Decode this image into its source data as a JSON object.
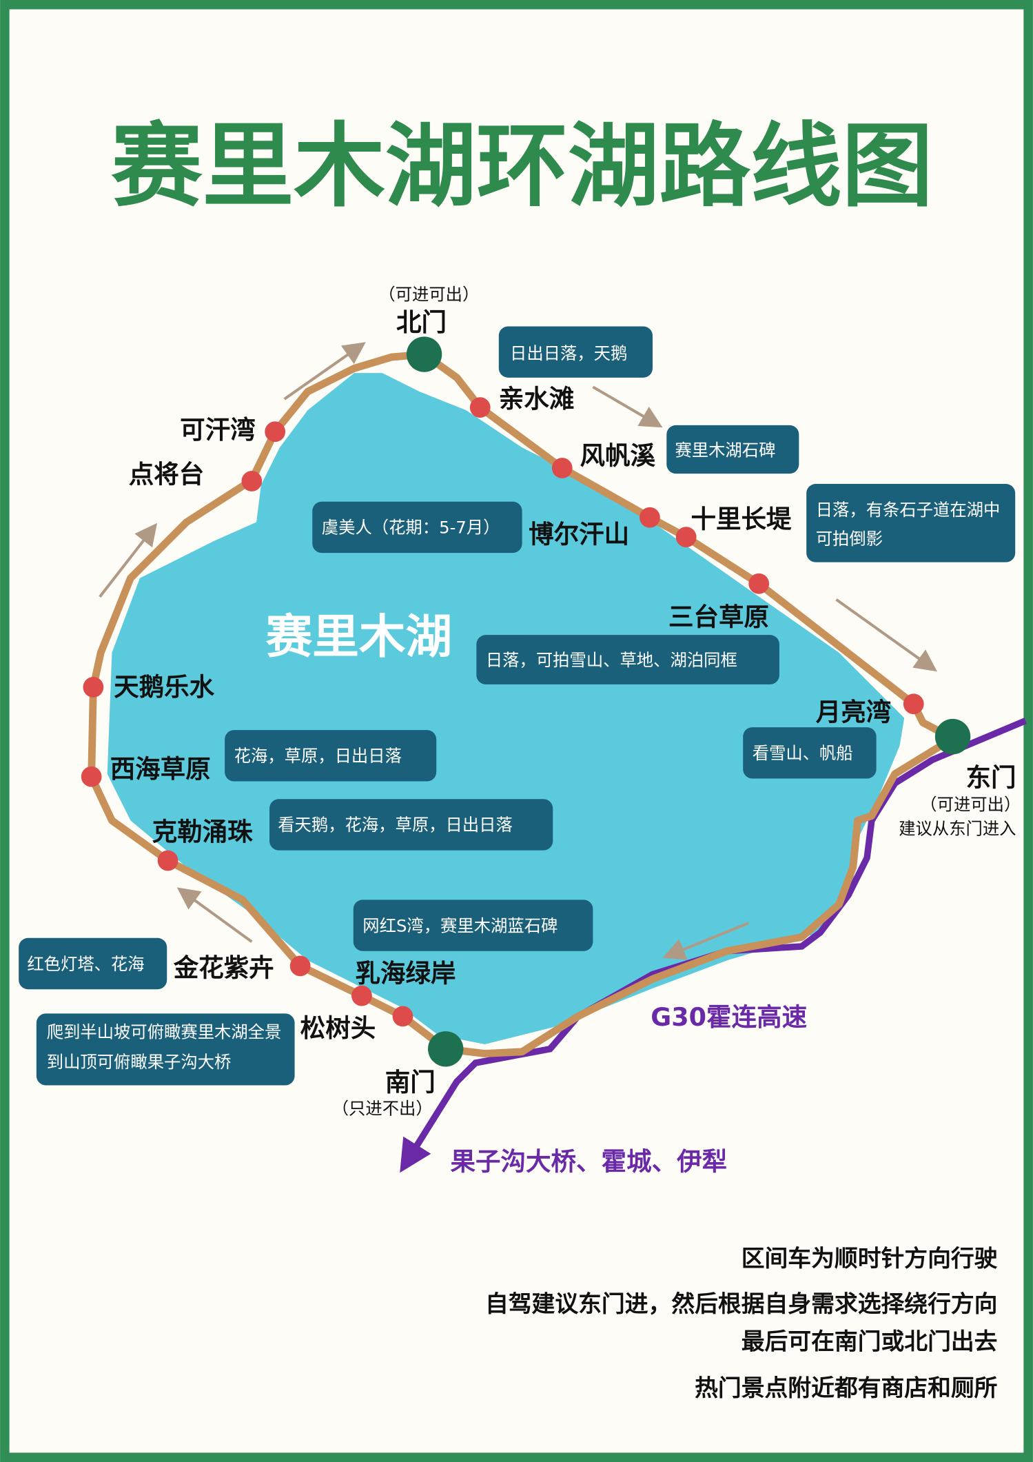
{
  "title": "赛里木湖环湖路线图",
  "lake_name": "赛里木湖",
  "colors": {
    "border": "#2f8d55",
    "title": "#2f8a4e",
    "lake": "#5ccadd",
    "route": "#c8915a",
    "spot": "#de4b4b",
    "gate": "#1e7150",
    "box": "#1a607a",
    "highway": "#6a2aa8",
    "arrow": "#b09a85"
  },
  "gates": {
    "north": {
      "name": "北门",
      "note": "（可进可出）"
    },
    "east": {
      "name": "东门",
      "note": "（可进可出）",
      "tip": "建议从东门进入"
    },
    "south": {
      "name": "南门",
      "note": "（只进不出）"
    }
  },
  "spots": [
    "亲水滩",
    "风帆溪",
    "十里长堤",
    "博尔汗山",
    "三台草原",
    "月亮湾",
    "可汗湾",
    "点将台",
    "天鹅乐水",
    "西海草原",
    "克勒涌珠",
    "金花紫卉",
    "乳海绿岸",
    "松树头"
  ],
  "notes": [
    [
      "日出日落，天鹅"
    ],
    [
      "赛里木湖石碑"
    ],
    [
      "日落，有条石子道在湖中",
      "可拍倒影"
    ],
    [
      "虞美人（花期：5-7月）"
    ],
    [
      "日落，可拍雪山、草地、湖泊同框"
    ],
    [
      "看雪山、帆船"
    ],
    [
      "花海，草原，日出日落"
    ],
    [
      "看天鹅，花海，草原，日出日落"
    ],
    [
      "网红S湾，赛里木湖蓝石碑"
    ],
    [
      "红色灯塔、花海"
    ],
    [
      "爬到半山坡可俯瞰赛里木湖全景",
      "到山顶可俯瞰果子沟大桥"
    ]
  ],
  "highway": {
    "name": "G30霍连高速",
    "destination": "果子沟大桥、霍城、伊犁"
  },
  "footer": [
    "区间车为顺时针方向行驶",
    "自驾建议东门进，然后根据自身需求选择绕行方向",
    "最后可在南门或北门出去",
    "热门景点附近都有商店和厕所"
  ]
}
